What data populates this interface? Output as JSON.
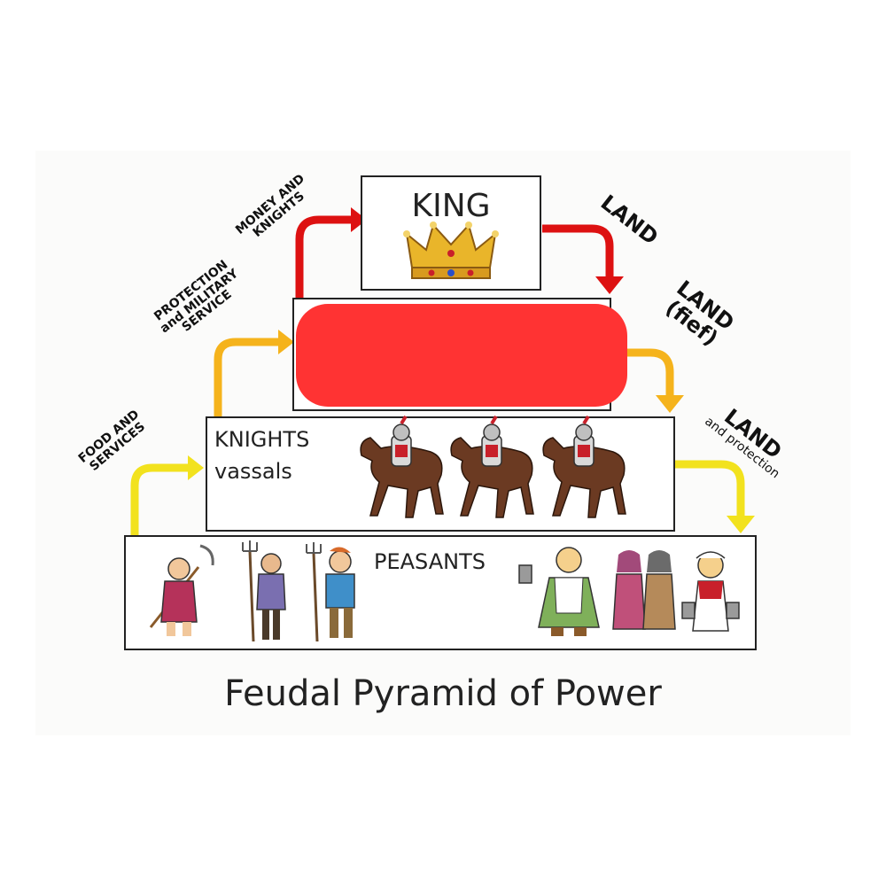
{
  "diagram": {
    "title": "Feudal Pyramid of Power",
    "tiers": {
      "king": "KING",
      "knights_line1": "KNIGHTS",
      "knights_line2": "vassals",
      "peasants": "PEASANTS"
    },
    "arrows": {
      "money_knights_line1": "MONEY AND",
      "money_knights_line2": "KNIGHTS",
      "protection_line1": "PROTECTION",
      "protection_line2": "and MILITARY",
      "protection_line3": "SERVICE",
      "food_line1": "FOOD AND",
      "food_line2": "SERVICES",
      "land1": "LAND",
      "land2_line1": "LAND",
      "land2_line2": "(fief)",
      "land3_line1": "LAND",
      "land3_line2": "and protection"
    },
    "colors": {
      "redaction": "#ff3333",
      "red_arrow": "#dd1111",
      "orange_arrow": "#f5b31c",
      "yellow_arrow": "#f2e21e"
    },
    "icons": [
      "crown-icon",
      "knight-on-horse-icon",
      "peasant-icon"
    ]
  }
}
